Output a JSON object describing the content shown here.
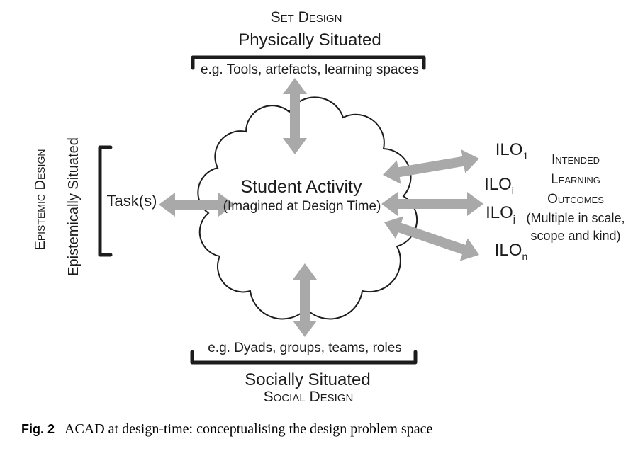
{
  "colors": {
    "arrow": "#a9a9a9",
    "outline": "#1c1c1c",
    "background": "#ffffff"
  },
  "top": {
    "design_label": "Set Design",
    "situated_label": "Physically Situated",
    "examples": "e.g. Tools, artefacts, learning spaces"
  },
  "left": {
    "design_label": "Epistemic Design",
    "situated_label": "Epistemically Situated",
    "task_label": "Task(s)"
  },
  "center": {
    "title": "Student Activity",
    "subtitle": "(Imagined at Design Time)"
  },
  "right": {
    "ilos": [
      {
        "base": "ILO",
        "sub": "1"
      },
      {
        "base": "ILO",
        "sub": "i"
      },
      {
        "base": "ILO",
        "sub": "j"
      },
      {
        "base": "ILO",
        "sub": "n"
      }
    ],
    "heading_lines": [
      "Intended",
      "Learning",
      "Outcomes"
    ],
    "note_lines": [
      "(Multiple in scale,",
      "scope and kind)"
    ]
  },
  "bottom": {
    "examples": "e.g. Dyads, groups, teams, roles",
    "situated_label": "Socially Situated",
    "design_label": "Social Design"
  },
  "caption": {
    "label": "Fig. 2",
    "text": "ACAD at design-time: conceptualising the design problem space"
  }
}
